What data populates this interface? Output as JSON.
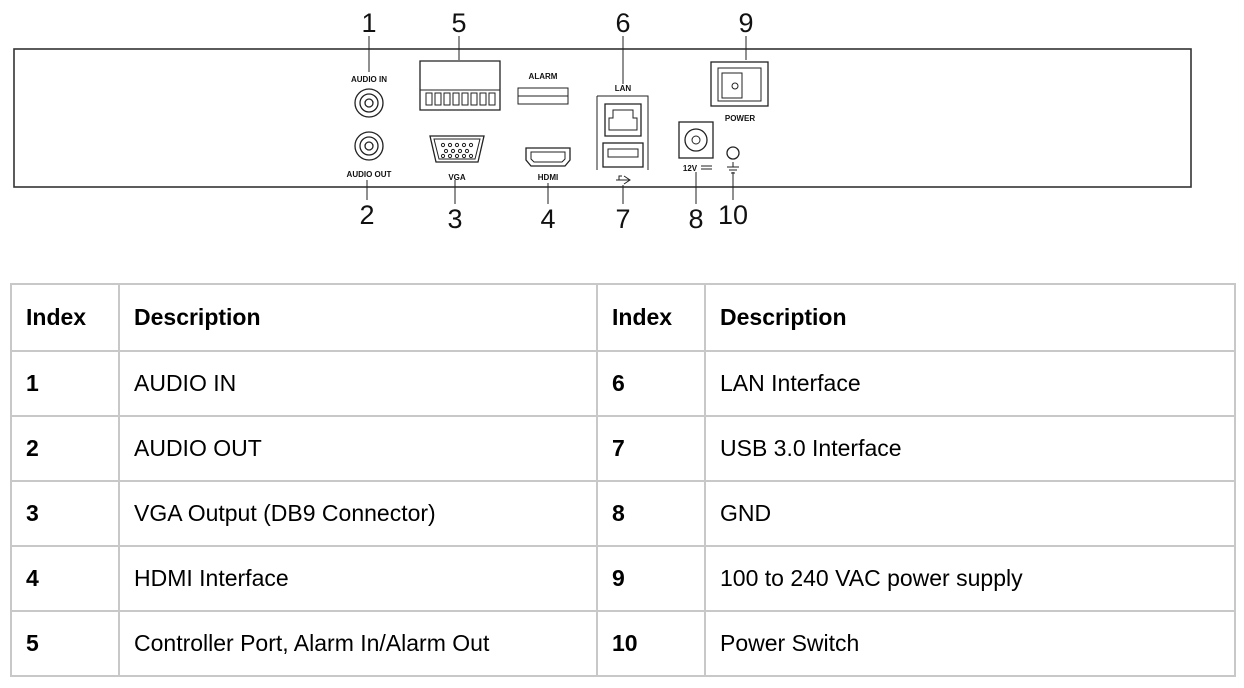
{
  "diagram": {
    "callouts": [
      "1",
      "2",
      "3",
      "4",
      "5",
      "6",
      "7",
      "8",
      "9",
      "10"
    ],
    "panel_labels": {
      "audio_in": "AUDIO IN",
      "audio_out": "AUDIO OUT",
      "vga": "VGA",
      "hdmi": "HDMI",
      "alarm": "ALARM",
      "lan": "LAN",
      "power": "POWER",
      "dc": "12V"
    }
  },
  "table": {
    "headers": [
      "Index",
      "Description",
      "Index",
      "Description"
    ],
    "rows": [
      {
        "left_index": "1",
        "left_desc": "AUDIO IN",
        "right_index": "6",
        "right_desc": "LAN Interface"
      },
      {
        "left_index": "2",
        "left_desc": "AUDIO OUT",
        "right_index": "7",
        "right_desc": "USB 3.0 Interface"
      },
      {
        "left_index": "3",
        "left_desc": "VGA Output (DB9 Connector)",
        "right_index": "8",
        "right_desc": "GND"
      },
      {
        "left_index": "4",
        "left_desc": "HDMI Interface",
        "right_index": "9",
        "right_desc": "100 to 240 VAC power supply"
      },
      {
        "left_index": "5",
        "left_desc": "Controller Port, Alarm In/Alarm Out",
        "right_index": "10",
        "right_desc": "Power Switch"
      }
    ]
  }
}
